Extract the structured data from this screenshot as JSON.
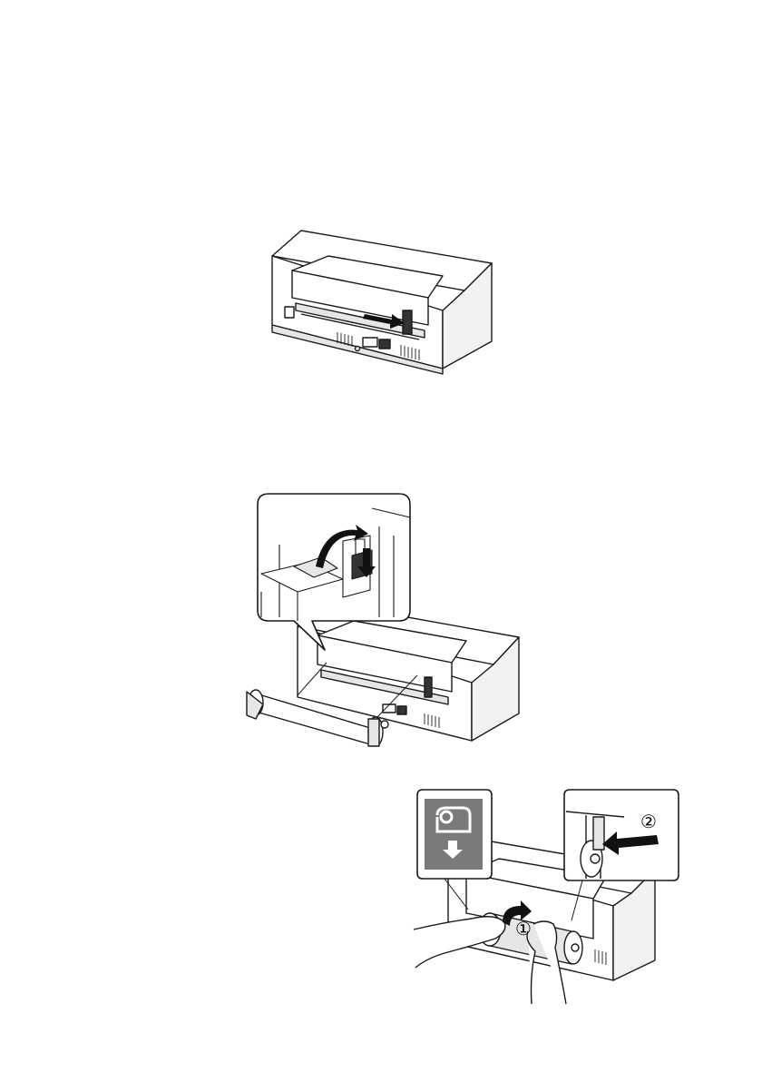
{
  "page": {
    "figures": [
      {
        "id": "printer-rear-slide-latch",
        "icon": "arrow-right-icon"
      },
      {
        "id": "roll-holder-install",
        "icon": "curved-arrow-icon"
      },
      {
        "id": "roll-feed-steps",
        "icon": "roll-paper-icon"
      }
    ],
    "steps": {
      "step_1_label": "①",
      "step_2_label": "②"
    },
    "colors": {
      "line": "#1a1a1a",
      "inset_icon_bg": "#7a7a7a",
      "fill_light": "#ffffff",
      "fill_shadow": "#e6e6e6"
    }
  }
}
